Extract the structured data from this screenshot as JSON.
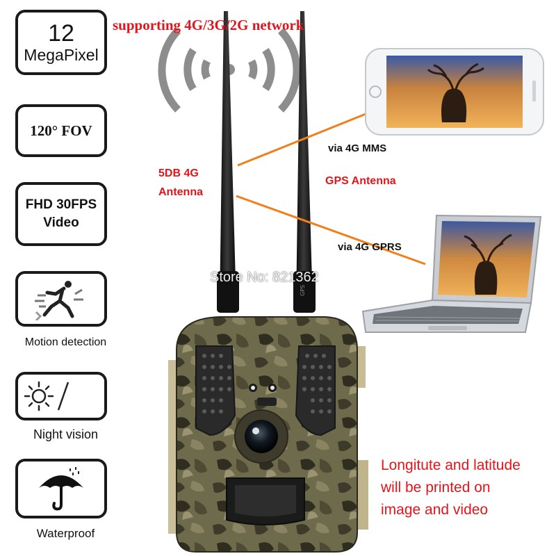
{
  "features": {
    "megapixel": {
      "value": "12",
      "unit": "MegaPixel"
    },
    "fov": {
      "label": "120° FOV"
    },
    "video": {
      "line1": "FHD 30FPS",
      "line2": "Video"
    },
    "motion": {
      "caption": "Motion detection"
    },
    "night": {
      "caption": "Night vision"
    },
    "waterproof": {
      "caption": "Waterproof"
    }
  },
  "callouts": {
    "headline": "supporting 4G/3G/2G network",
    "antenna_4g_line1": "5DB 4G",
    "antenna_4g_line2": "Antenna",
    "gps_antenna": "GPS Antenna",
    "via_mms": "via 4G MMS",
    "via_gprs": "via 4G GPRS",
    "store_watermark": "Store No: 821362",
    "location_note": [
      "Longitute and latitude",
      "will be printed on",
      "image and video"
    ]
  },
  "device_labels": {
    "antenna_marking": "GPS"
  },
  "colors": {
    "accent_red": "#e4141b",
    "box_border": "#1a1a1a",
    "camo_base": "#6e6a4c",
    "laptop_silver": "#c9ccd1",
    "phone_white": "#f4f5f7",
    "sky_orange": "#e89a3c"
  }
}
